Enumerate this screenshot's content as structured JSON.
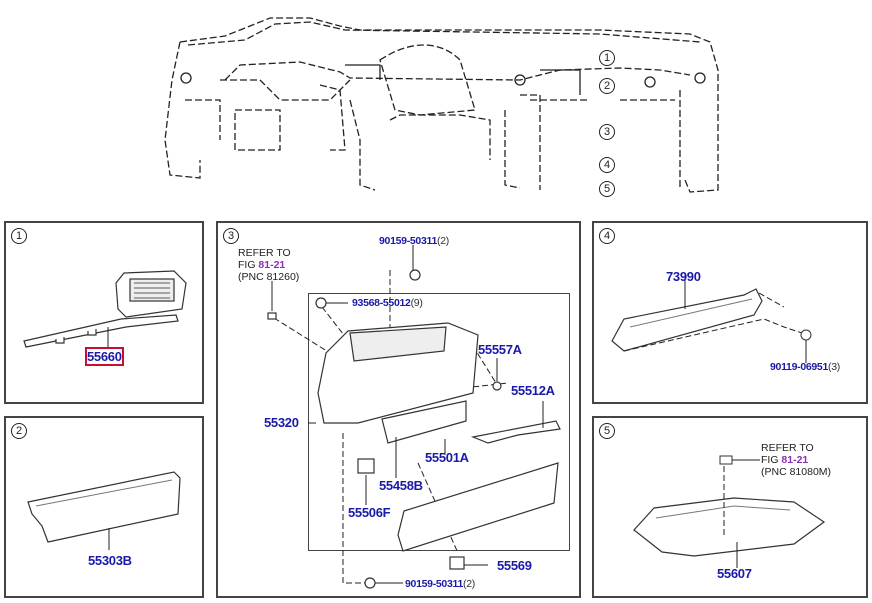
{
  "overview": {
    "callouts": [
      "1",
      "2",
      "3",
      "4",
      "5"
    ]
  },
  "sections": [
    {
      "id": "1",
      "parts": [
        {
          "number": "55660",
          "highlighted": true
        }
      ]
    },
    {
      "id": "2",
      "parts": [
        {
          "number": "55303B"
        }
      ]
    },
    {
      "id": "3",
      "refer": {
        "line1": "REFER TO",
        "fig_prefix": "FIG ",
        "fig": "81-21",
        "pnc": "(PNC 81260)"
      },
      "parts": [
        {
          "number": "90159-50311",
          "qty": "(2)"
        },
        {
          "number": "93568-55012",
          "qty": "(9)"
        },
        {
          "number": "55557A"
        },
        {
          "number": "55512A"
        },
        {
          "number": "55320"
        },
        {
          "number": "55501A"
        },
        {
          "number": "55458B"
        },
        {
          "number": "55506F"
        },
        {
          "number": "55569"
        },
        {
          "number": "90159-50311",
          "qty": "(2)"
        }
      ]
    },
    {
      "id": "4",
      "parts": [
        {
          "number": "73990"
        },
        {
          "number": "90119-06951",
          "qty": "(3)"
        }
      ]
    },
    {
      "id": "5",
      "refer": {
        "line1": "REFER TO",
        "fig_prefix": "FIG ",
        "fig": "81-21",
        "pnc": "(PNC 81080M)"
      },
      "parts": [
        {
          "number": "55607"
        }
      ]
    }
  ],
  "colors": {
    "part_number": "#1a1aa8",
    "figure_link": "#8a2fb5",
    "highlight": "#c8102e",
    "border": "#444444"
  }
}
